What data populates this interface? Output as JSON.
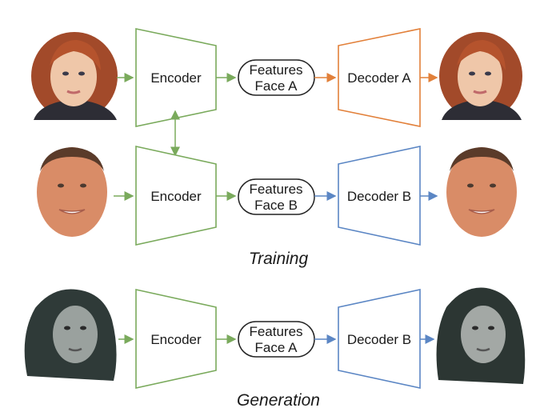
{
  "colors": {
    "encoder": "#7aaa5c",
    "decoder_a": "#e2803a",
    "decoder_b": "#5b86c4",
    "bubble_stroke": "#222222",
    "arrow_gray": "#666666"
  },
  "rows": {
    "training_a": {
      "encoder_label": "Encoder",
      "features_line1": "Features",
      "features_line2": "Face A",
      "decoder_label": "Decoder A"
    },
    "training_b": {
      "encoder_label": "Encoder",
      "features_line1": "Features",
      "features_line2": "Face B",
      "decoder_label": "Decoder B"
    },
    "generation": {
      "encoder_label": "Encoder",
      "features_line1": "Features",
      "features_line2": "Face A",
      "decoder_label": "Decoder B"
    }
  },
  "captions": {
    "training": "Training",
    "generation": "Generation"
  },
  "images": {
    "face_a": "portrait-face-a-icon",
    "face_b": "portrait-face-b-icon",
    "face_a_grayscale": "portrait-face-a-gray-icon",
    "swap_result": "portrait-swap-result-icon"
  }
}
